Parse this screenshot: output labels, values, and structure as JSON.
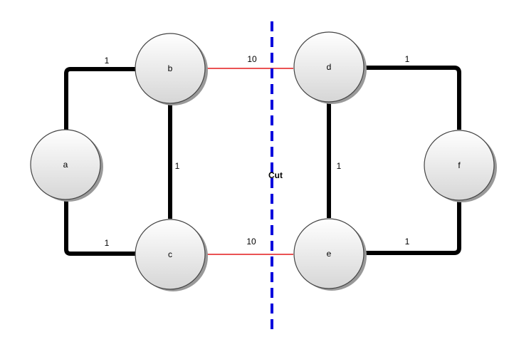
{
  "colors": {
    "background": "#ffffff",
    "edge_normal": "#000000",
    "edge_cut": "#e31a1c",
    "cut_line": "#0000dd",
    "node_fill_top": "#ffffff",
    "node_fill_bottom": "#d6d6d6",
    "node_shadow": "#999999"
  },
  "nodes": {
    "a": {
      "label": "a"
    },
    "b": {
      "label": "b"
    },
    "c": {
      "label": "c"
    },
    "d": {
      "label": "d"
    },
    "e": {
      "label": "e"
    },
    "f": {
      "label": "f"
    }
  },
  "edges": {
    "a_b": {
      "from": "a",
      "to": "b",
      "weight": "1",
      "cut": false
    },
    "a_c": {
      "from": "a",
      "to": "c",
      "weight": "1",
      "cut": false
    },
    "b_c": {
      "from": "b",
      "to": "c",
      "weight": "1",
      "cut": false
    },
    "b_d": {
      "from": "b",
      "to": "d",
      "weight": "10",
      "cut": true
    },
    "c_e": {
      "from": "c",
      "to": "e",
      "weight": "10",
      "cut": true
    },
    "d_e": {
      "from": "d",
      "to": "e",
      "weight": "1",
      "cut": false
    },
    "d_f": {
      "from": "d",
      "to": "f",
      "weight": "1",
      "cut": false
    },
    "e_f": {
      "from": "e",
      "to": "f",
      "weight": "1",
      "cut": false
    }
  },
  "cut": {
    "label": "Cut"
  }
}
